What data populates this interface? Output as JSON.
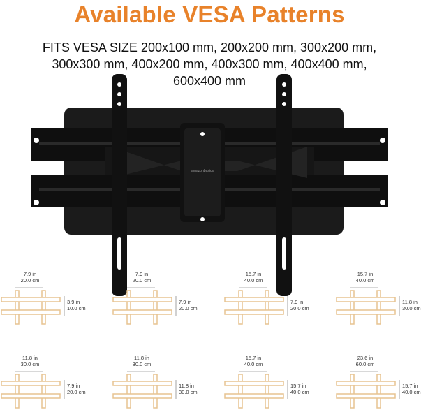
{
  "title": "Available VESA Patterns",
  "subtitle_lines": [
    "FITS VESA SIZE 200x100 mm, 200x200 mm, 300x200 mm,",
    "300x300 mm, 400x200 mm, 400x300 mm, 400x400 mm,",
    "600x400 mm"
  ],
  "brand_logo_text": "amazonbasics",
  "colors": {
    "title": "#e8822a",
    "bracket": "#111111",
    "pattern_frame": "#e7c391"
  },
  "patterns": [
    {
      "w_in": "7.9 in",
      "w_cm": "20.0 cm",
      "h_in": "3.9 in",
      "h_cm": "10.0 cm"
    },
    {
      "w_in": "7.9 in",
      "w_cm": "20.0 cm",
      "h_in": "7.9 in",
      "h_cm": "20.0 cm"
    },
    {
      "w_in": "15.7 in",
      "w_cm": "40.0 cm",
      "h_in": "7.9 in",
      "h_cm": "20.0 cm"
    },
    {
      "w_in": "15.7 in",
      "w_cm": "40.0 cm",
      "h_in": "11.8 in",
      "h_cm": "30.0 cm"
    },
    {
      "w_in": "11.8 in",
      "w_cm": "30.0 cm",
      "h_in": "7.9 in",
      "h_cm": "20.0 cm"
    },
    {
      "w_in": "11.8 in",
      "w_cm": "30.0 cm",
      "h_in": "11.8 in",
      "h_cm": "30.0 cm"
    },
    {
      "w_in": "15.7 in",
      "w_cm": "40.0 cm",
      "h_in": "15.7 in",
      "h_cm": "40.0 cm"
    },
    {
      "w_in": "23.6 in",
      "w_cm": "60.0 cm",
      "h_in": "15.7 in",
      "h_cm": "40.0 cm"
    }
  ]
}
